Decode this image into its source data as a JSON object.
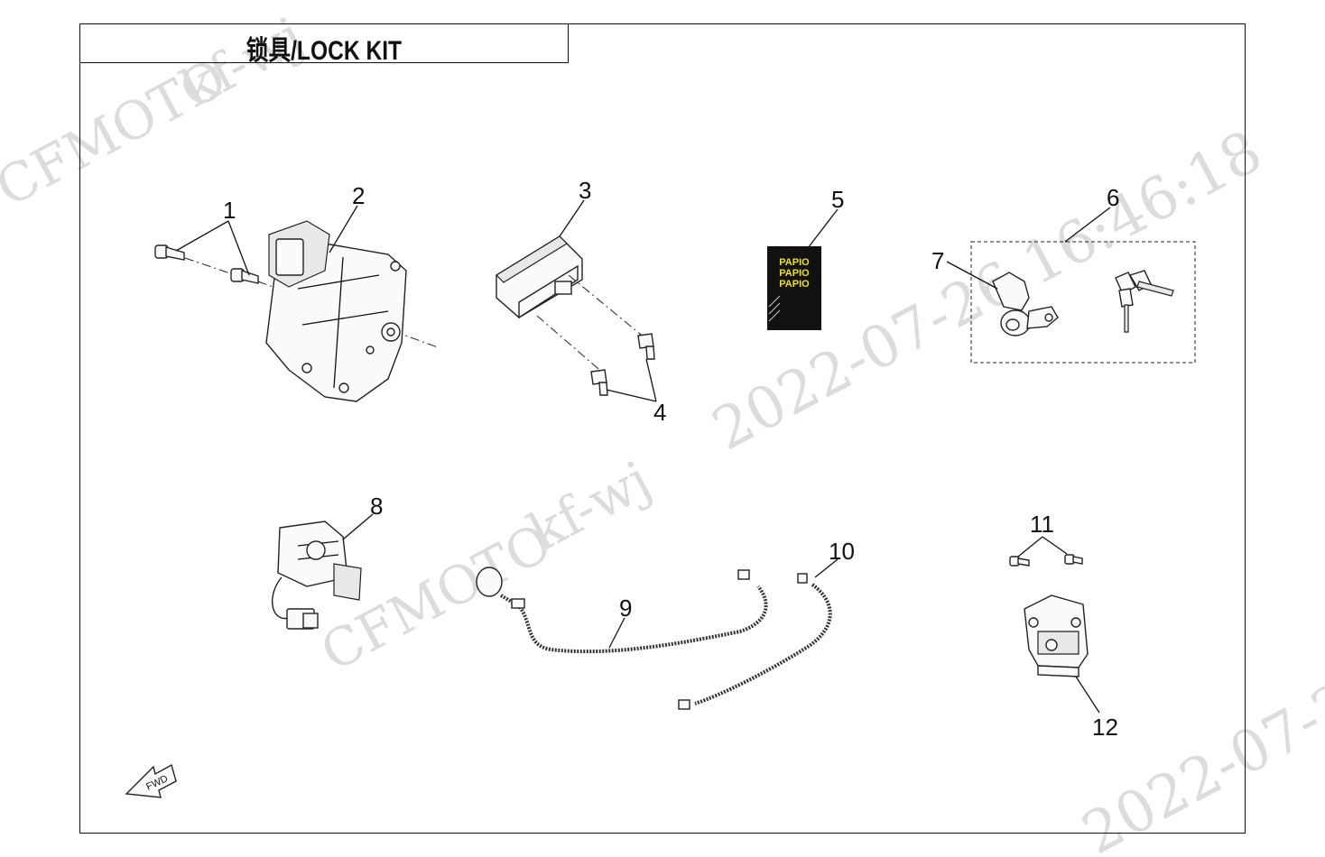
{
  "title": "锁具/LOCK KIT",
  "callouts": [
    "1",
    "2",
    "3",
    "4",
    "5",
    "6",
    "7",
    "8",
    "9",
    "10",
    "11",
    "12"
  ],
  "watermarks": {
    "brand": "CFMOTO",
    "user": "kf-wj",
    "datetime": "2022-07-26 16:46:18",
    "date": "2022-07-26"
  },
  "fwd_label": "FWD",
  "card_text": "PAPIO"
}
